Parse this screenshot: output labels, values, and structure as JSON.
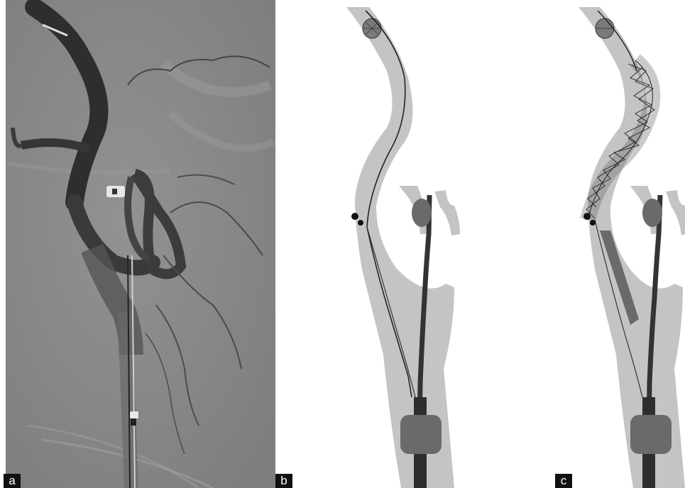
{
  "panels": [
    {
      "id": "a",
      "label": "a"
    },
    {
      "id": "b",
      "label": "b"
    },
    {
      "id": "c",
      "label": "c"
    }
  ],
  "colors": {
    "angiogram_background": "#8a8a8a",
    "vessel_dark": "#2e2e2e",
    "schematic_tissue": "#c4c4c4",
    "schematic_balloon": "#6a6a6a",
    "schematic_catheter": "#333333",
    "label_background": "#111111",
    "label_text": "#ffffff"
  }
}
